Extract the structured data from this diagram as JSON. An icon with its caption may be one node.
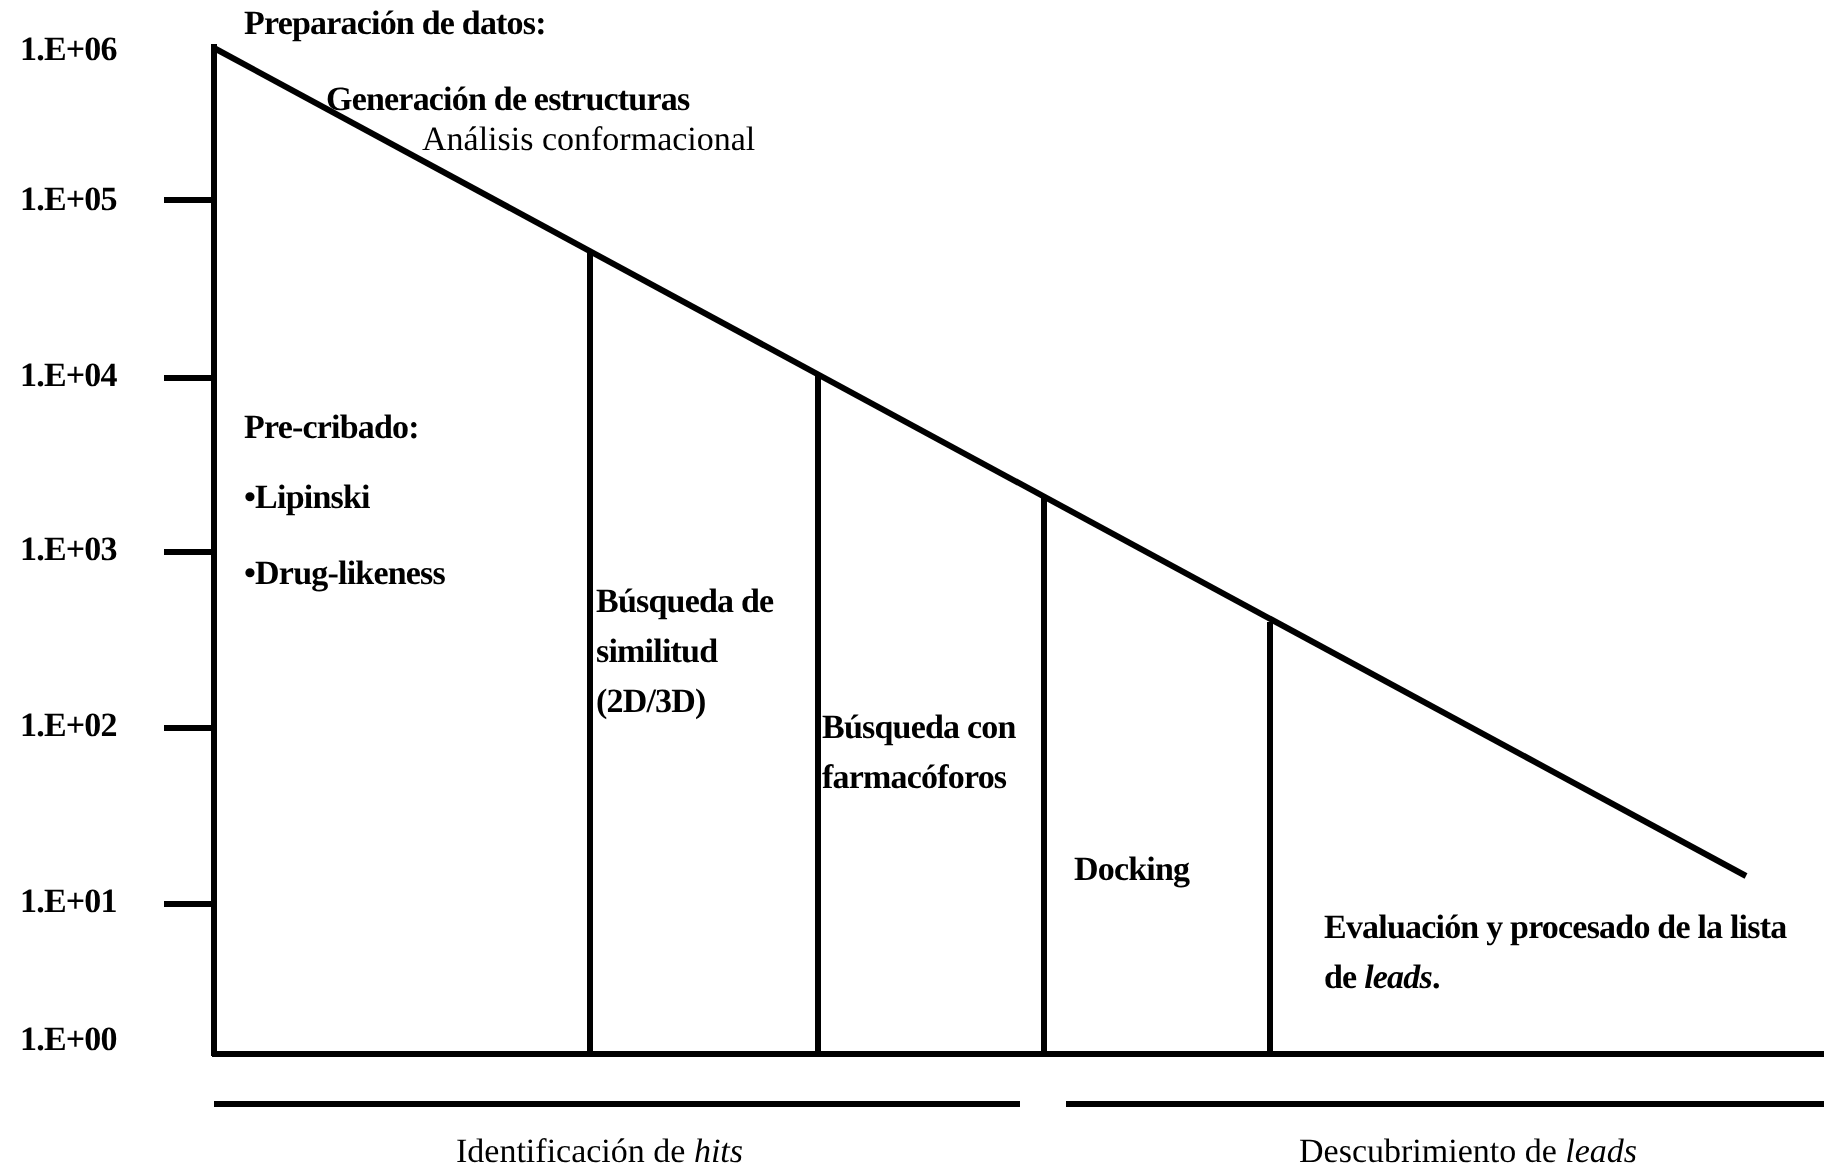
{
  "diagram": {
    "labels": [
      "1.E+06",
      "Preparación de datos:",
      "Generación de estructuras",
      "Análisis conformacional",
      "1.E+05",
      "1.E+04",
      "Pre-cribado:",
      "•Lipinski",
      "•Drug-likeness",
      "1.E+03",
      "Búsqueda de similitud (2D/3D)",
      "1.E+02",
      "Búsqueda con farmacóforos",
      "1.E+01",
      "Docking",
      "Evaluación y procesado de la lista de *leads*.",
      "1.E+00",
      "Identificación de *hits*",
      "Descubrimiento de *leads*"
    ]
  }
}
